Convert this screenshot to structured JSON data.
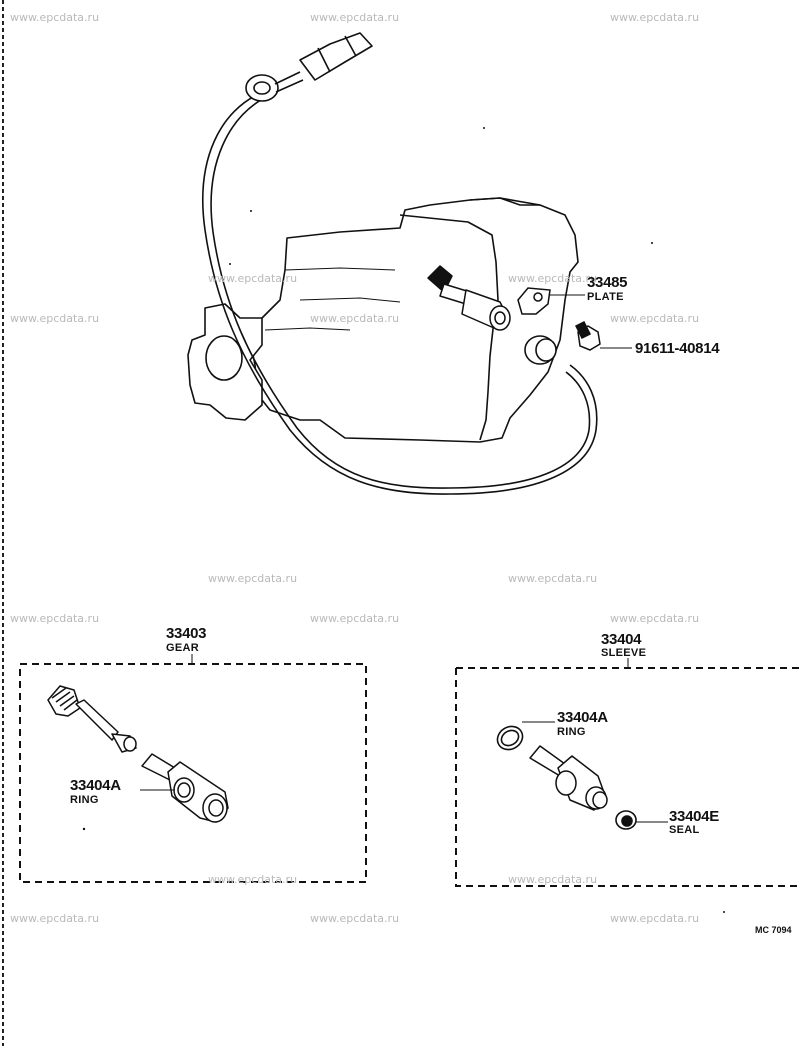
{
  "watermark": "www.epcdata.ru",
  "parts": {
    "p33485": {
      "number": "33485",
      "name": "PLATE"
    },
    "p91611": {
      "number": "91611-40814"
    },
    "gear": {
      "number": "33403",
      "name": "GEAR"
    },
    "sleeve": {
      "number": "33404",
      "name": "SLEEVE"
    },
    "ring_left": {
      "number": "33404A",
      "name": "RING"
    },
    "ring_right": {
      "number": "33404A",
      "name": "RING"
    },
    "seal": {
      "number": "33404E",
      "name": "SEAL"
    }
  },
  "drawing_code": "MC 7094",
  "colors": {
    "line": "#111111",
    "watermark": "#b9b9b9",
    "background": "#ffffff"
  }
}
